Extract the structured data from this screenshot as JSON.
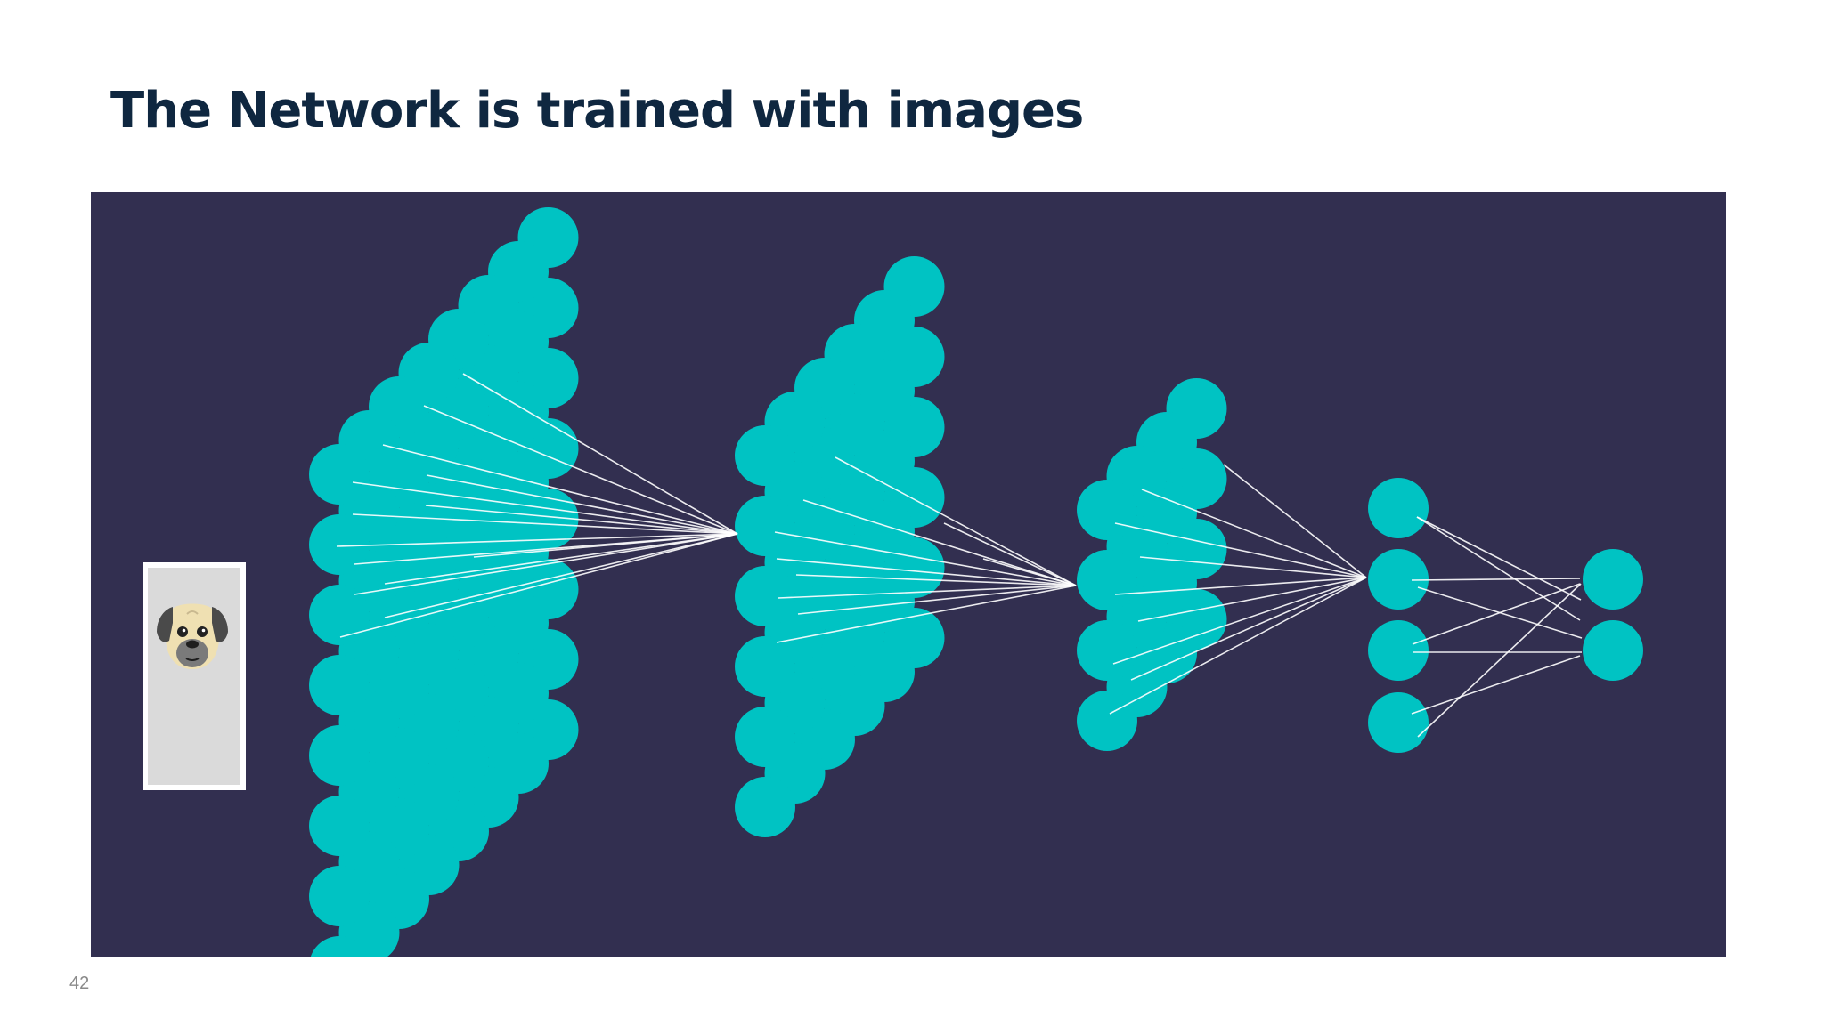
{
  "slide": {
    "title": "The Network is trained with images",
    "page_number": "42"
  },
  "diagram": {
    "background_color": "#322f50",
    "node_color": "#00c3c3",
    "edge_color": "#ffffff",
    "input_image": "pug-face-picture",
    "layers": [
      {
        "name": "input-layer",
        "shape": "grid"
      },
      {
        "name": "hidden-layer-1",
        "shape": "grid"
      },
      {
        "name": "hidden-layer-2",
        "shape": "grid"
      },
      {
        "name": "hidden-layer-3",
        "nodes": 4
      },
      {
        "name": "output-layer",
        "nodes": 2
      }
    ]
  }
}
